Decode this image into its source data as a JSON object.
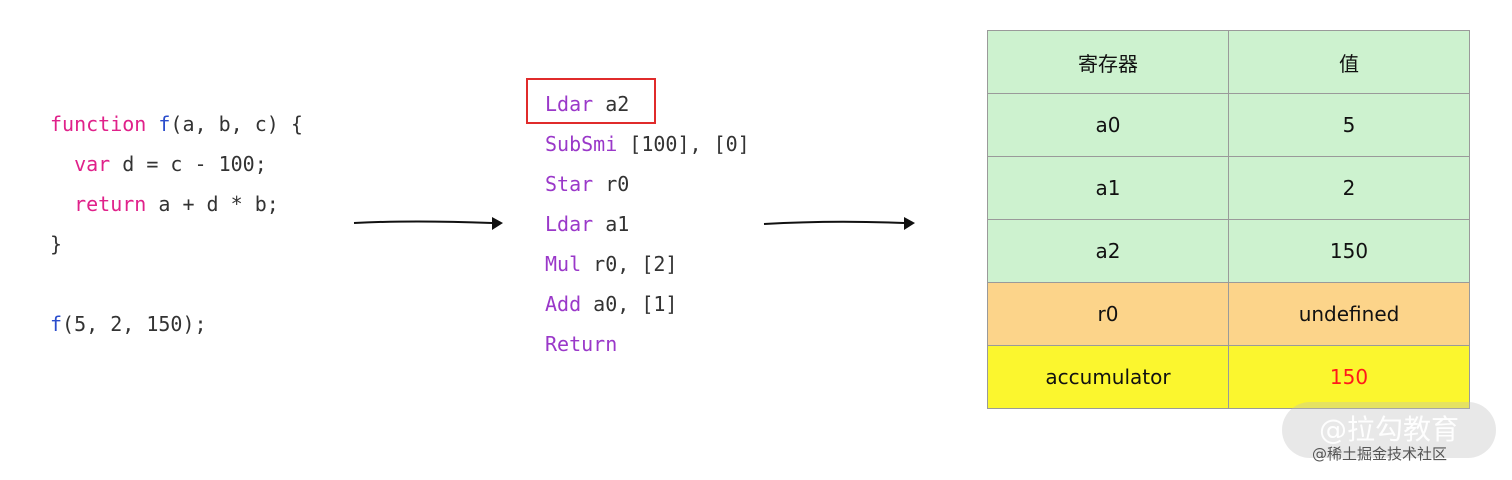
{
  "source": {
    "lines": [
      [
        {
          "t": "function",
          "c": "kw"
        },
        {
          "t": " "
        },
        {
          "t": "f",
          "c": "fn"
        },
        {
          "t": "(a, b, c) {"
        }
      ],
      [
        {
          "t": "  "
        },
        {
          "t": "var",
          "c": "kw"
        },
        {
          "t": " d = c - 100;"
        }
      ],
      [
        {
          "t": "  "
        },
        {
          "t": "return",
          "c": "kw"
        },
        {
          "t": " a + d * b;"
        }
      ],
      [
        {
          "t": "}"
        }
      ],
      [
        {
          "t": ""
        }
      ],
      [
        {
          "t": "f",
          "c": "fn"
        },
        {
          "t": "(5, 2, 150);"
        }
      ]
    ]
  },
  "bytecode": {
    "lines": [
      [
        {
          "t": "Ldar",
          "c": "op"
        },
        {
          "t": " a2"
        }
      ],
      [
        {
          "t": "SubSmi",
          "c": "op"
        },
        {
          "t": " [100], [0]"
        }
      ],
      [
        {
          "t": "Star",
          "c": "op"
        },
        {
          "t": " r0"
        }
      ],
      [
        {
          "t": "Ldar",
          "c": "op"
        },
        {
          "t": " a1"
        }
      ],
      [
        {
          "t": "Mul",
          "c": "op"
        },
        {
          "t": " r0, [2]"
        }
      ],
      [
        {
          "t": "Add",
          "c": "op"
        },
        {
          "t": " a0, [1]"
        }
      ],
      [
        {
          "t": "Return",
          "c": "op"
        }
      ]
    ],
    "highlighted_line": 0
  },
  "registers": {
    "header": {
      "register": "寄存器",
      "value": "值"
    },
    "rows": [
      {
        "register": "a0",
        "value": "5",
        "color": "green"
      },
      {
        "register": "a1",
        "value": "2",
        "color": "green"
      },
      {
        "register": "a2",
        "value": "150",
        "color": "green"
      },
      {
        "register": "r0",
        "value": "undefined",
        "color": "orange"
      },
      {
        "register": "accumulator",
        "value": "150",
        "color": "yellow",
        "value_color": "#ff1a1a"
      }
    ]
  },
  "watermark": {
    "badge": "@拉勾教育",
    "credit": "@稀土掘金技术社区"
  }
}
